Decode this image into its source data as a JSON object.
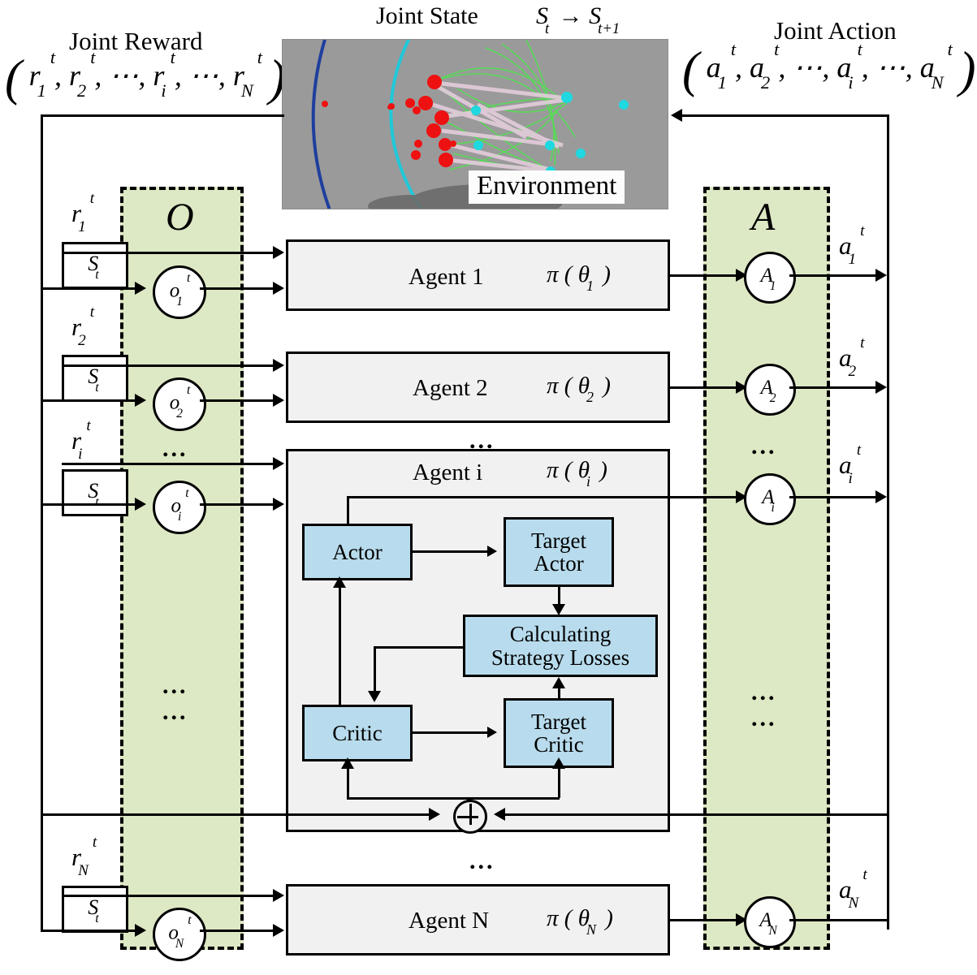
{
  "headers": {
    "joint_reward": "Joint Reward",
    "joint_reward_vector": "( r₁ᵗ , r₂ᵗ , ⋯ , rᵢᵗ , ⋯ , r_Nᵗ )",
    "joint_state": "Joint State",
    "joint_state_transition": "Sₜ → Sₜ₊₁",
    "joint_action": "Joint Action",
    "joint_action_vector": "( a₁ᵗ , a₂ᵗ , ⋯ , aᵢᵗ , ⋯ , a_Nᵗ )",
    "environment": "Environment"
  },
  "columns": {
    "observation_label": "O",
    "action_label": "A"
  },
  "rewards": [
    {
      "label": "r₁ᵗ",
      "sub": "1"
    },
    {
      "label": "r₂ᵗ",
      "sub": "2"
    },
    {
      "label": "rᵢᵗ",
      "sub": "i"
    },
    {
      "label": "r_Nᵗ",
      "sub": "N"
    }
  ],
  "state_boxes": [
    "Sₜ",
    "Sₜ",
    "Sₜ",
    "Sₜ"
  ],
  "observations": [
    "o₁ᵗ",
    "o₂ᵗ",
    "oᵢᵗ",
    "o_Nᵗ"
  ],
  "actions_nodes": [
    "A₁",
    "A₂",
    "Aᵢ",
    "A_N"
  ],
  "action_outputs": [
    "a₁ᵗ",
    "a₂ᵗ",
    "aᵢᵗ",
    "a_Nᵗ"
  ],
  "agents": [
    {
      "name": "Agent  1",
      "policy": "π ( θ₁ )"
    },
    {
      "name": "Agent 2",
      "policy": "π ( θ₂ )"
    },
    {
      "name": "Agent  i",
      "policy": "π ( θᵢ )"
    },
    {
      "name": "Agent  N",
      "policy": "π ( θ_N )"
    }
  ],
  "agent_i_internals": {
    "actor": "Actor",
    "target_actor": "Target\nActor",
    "target_actor_line1": "Target",
    "target_actor_line2": "Actor",
    "calculating_losses_line1": "Calculating",
    "calculating_losses_line2": "Strategy Losses",
    "critic": "Critic",
    "target_critic_line1": "Target",
    "target_critic_line2": "Critic",
    "sum_operator": "⊕"
  },
  "ellipsis": "...",
  "colors": {
    "band_fill": "#dde8c4",
    "agent_box_fill": "#f1f1f1",
    "inner_box_fill": "#b8dced",
    "line": "#000000",
    "env_background": "#9a9a9a"
  }
}
